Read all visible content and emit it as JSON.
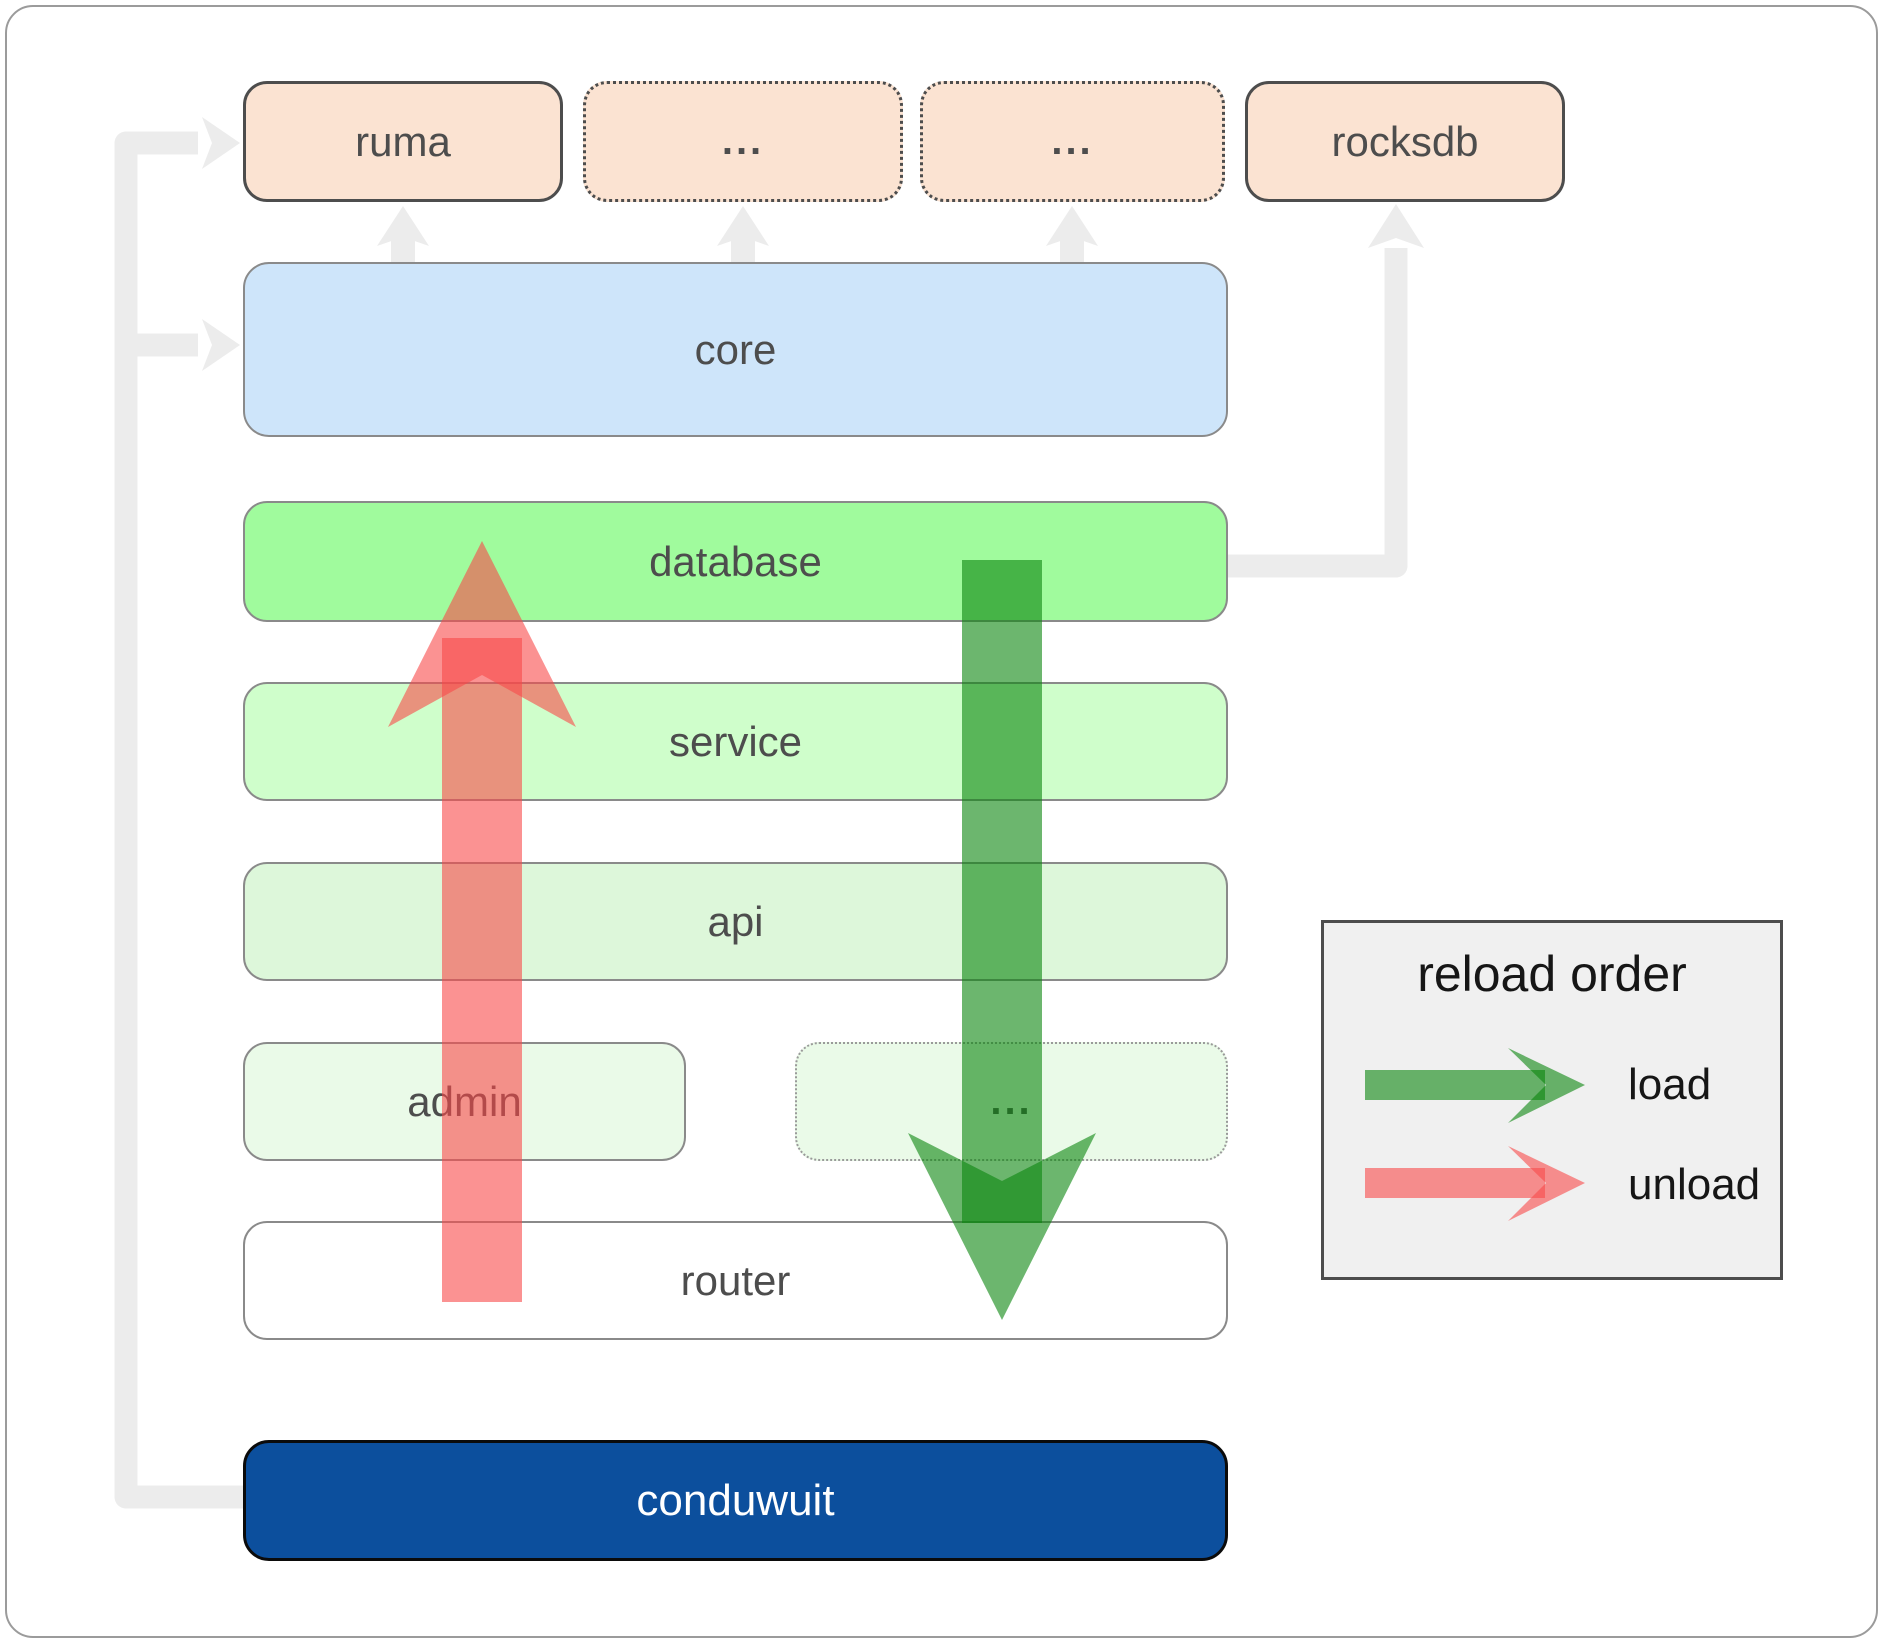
{
  "nodes": {
    "ruma": {
      "label": "ruma"
    },
    "ellipsis1": {
      "label": "..."
    },
    "ellipsis2": {
      "label": "..."
    },
    "rocksdb": {
      "label": "rocksdb"
    },
    "core": {
      "label": "core"
    },
    "database": {
      "label": "database"
    },
    "service": {
      "label": "service"
    },
    "api": {
      "label": "api"
    },
    "admin": {
      "label": "admin"
    },
    "ellipsis3": {
      "label": "..."
    },
    "router": {
      "label": "router"
    },
    "conduwuit": {
      "label": "conduwuit"
    }
  },
  "legend": {
    "title": "reload order",
    "load_label": "load",
    "unload_label": "unload"
  },
  "colors": {
    "load_arrow": "#0A860E",
    "unload_arrow": "#F84949",
    "connector_gray": "#ECECEC",
    "top_row_fill": "#FBE3D2",
    "core_fill": "#CEE5FA",
    "database_fill": "#A0FB9D",
    "service_fill": "#CFFECB",
    "api_fill": "#DDF7DA",
    "admin_fill": "#EAFAE8",
    "router_fill": "#FFFFFF",
    "conduwuit_fill": "#0C4F9D",
    "legend_bg": "#F0F0F0"
  }
}
